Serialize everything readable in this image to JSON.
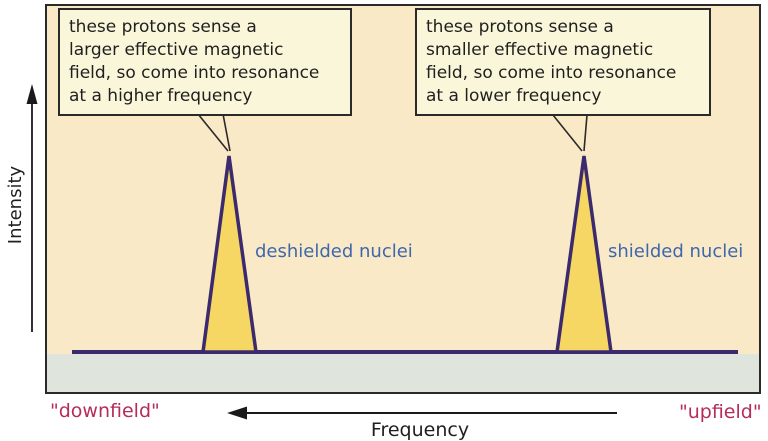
{
  "colors": {
    "page_bg": "#ffffff",
    "chart_bg": "#f9e9c6",
    "frame_border": "#2a2a2a",
    "callout_bg": "#faf6d9",
    "callout_border": "#2a2a2a",
    "strip_bg": "#dfe5dc",
    "peak_fill": "#f7d763",
    "peak_outline": "#3b2a6e",
    "pointer_line": "#2a2a2a",
    "arrow_color": "#1a1a1a",
    "nuclei_label": "#3e67ad",
    "field_label": "#b52c5b",
    "text_dark": "#1f1f1f"
  },
  "callouts": {
    "left": "these protons sense a\nlarger effective magnetic\nfield, so come into resonance\nat a higher frequency",
    "right": "these protons sense a\nsmaller effective magnetic\nfield, so come into resonance\nat a lower frequency"
  },
  "peaks": {
    "left": {
      "label": "deshielded nuclei"
    },
    "right": {
      "label": "shielded nuclei"
    }
  },
  "axes": {
    "y": "Intensity",
    "x": "Frequency",
    "x_left_end": "\"downfield\"",
    "x_right_end": "\"upfield\""
  },
  "icons": {
    "y_axis_arrow": "up-arrow",
    "x_axis_arrow": "left-arrow"
  }
}
